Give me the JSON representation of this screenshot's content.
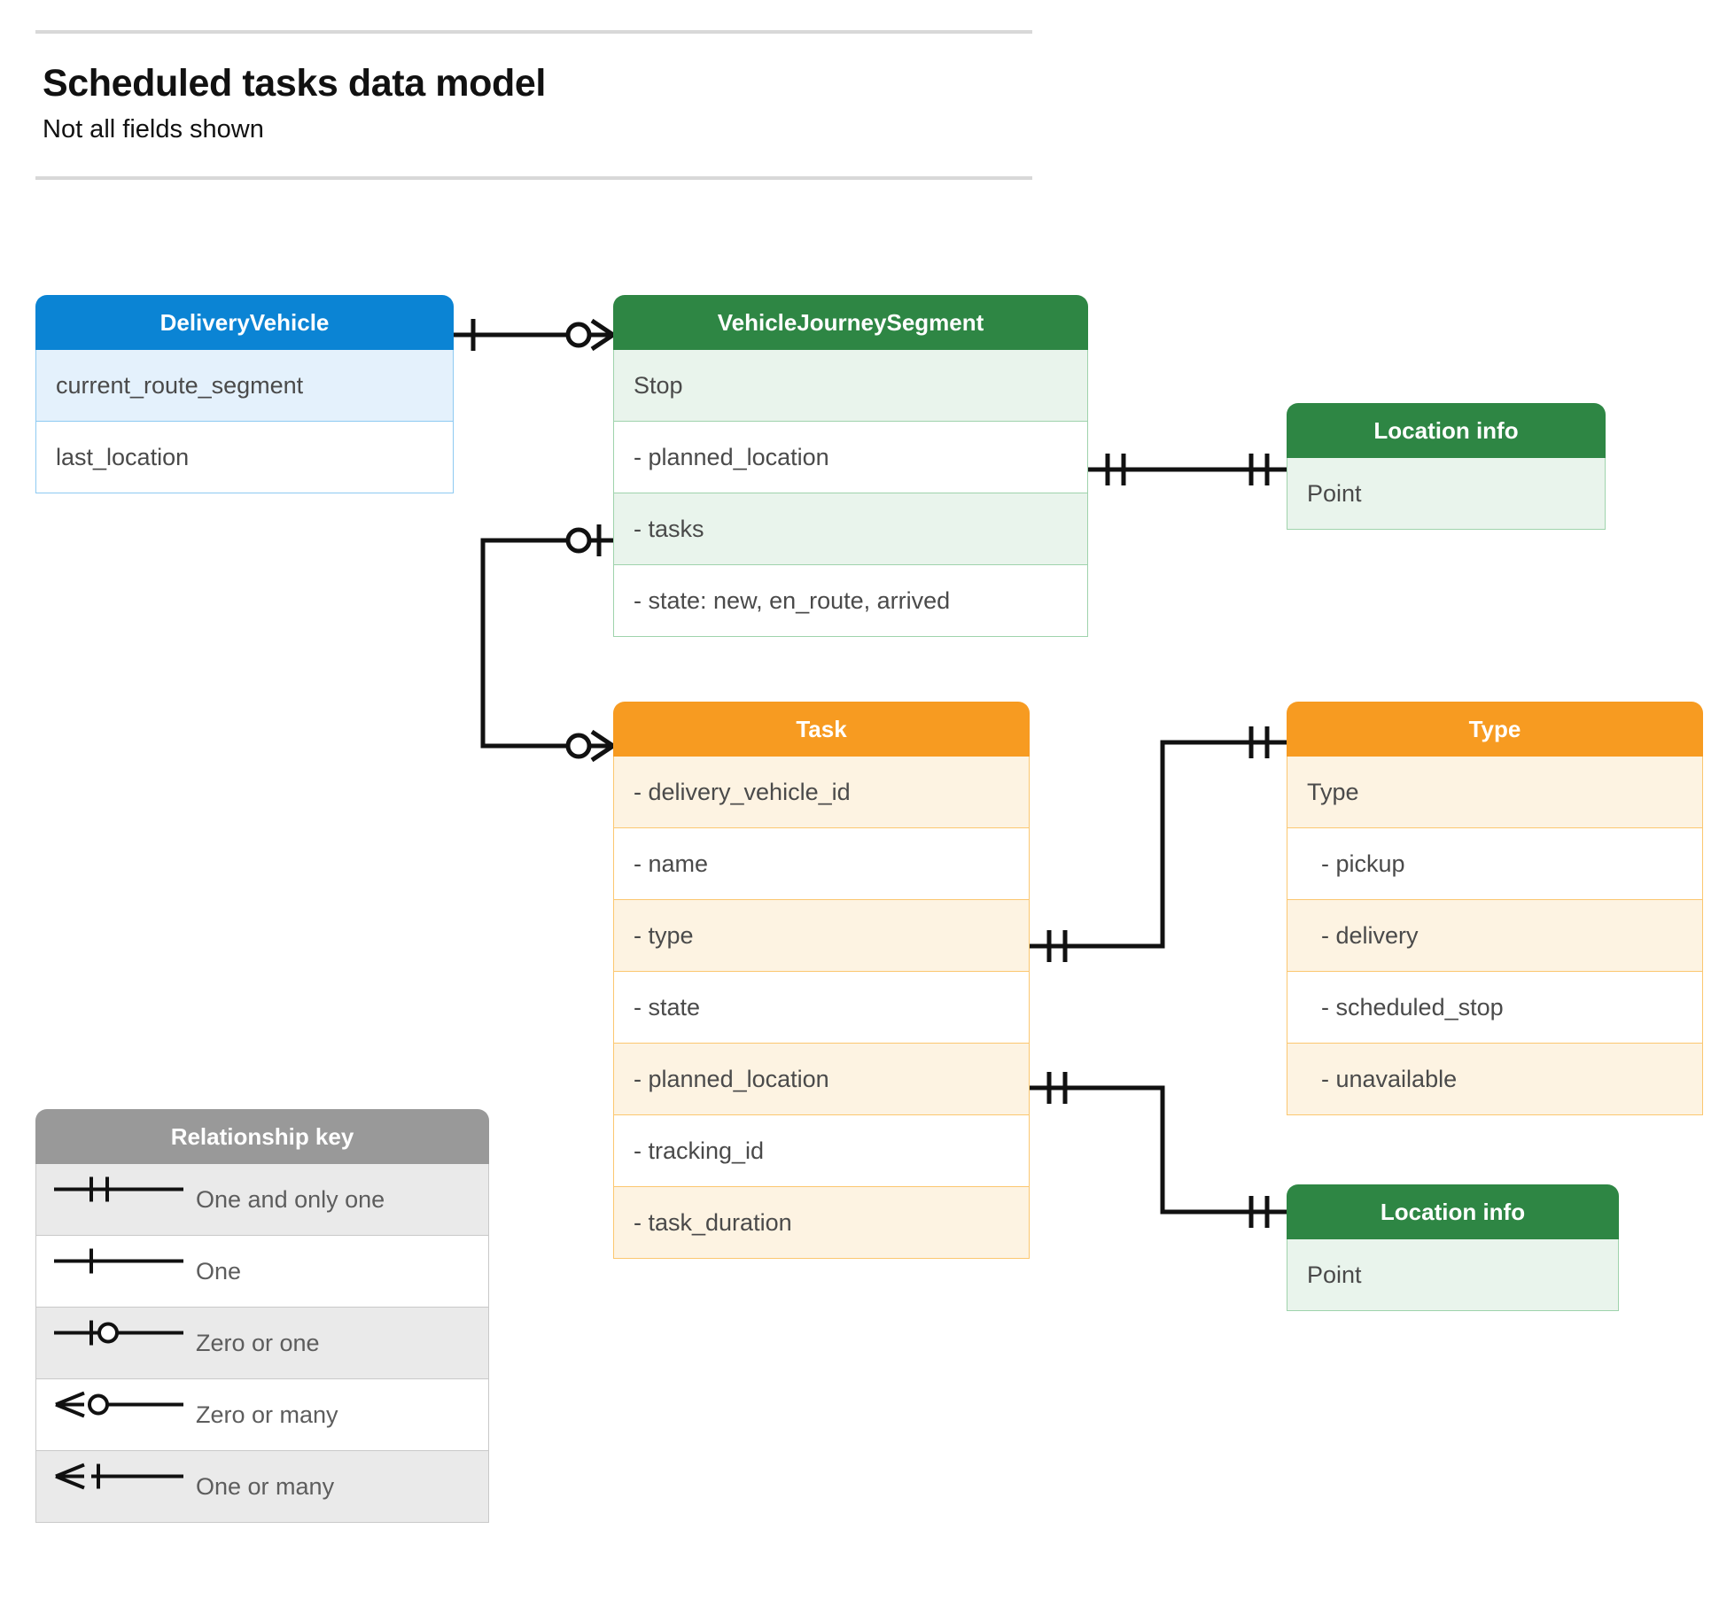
{
  "page": {
    "title": "Scheduled tasks data model",
    "subtitle": "Not all fields shown"
  },
  "colors": {
    "blue": "#0b84d4",
    "blue_row": "#e4f1fc",
    "green": "#2e8644",
    "green_row": "#e9f4ec",
    "orange": "#f79b21",
    "orange_row": "#fdf3e2",
    "grey": "#999999",
    "grey_row": "#eaeaea",
    "line": "#111111",
    "text": "#4a4a4a"
  },
  "entities": {
    "delivery_vehicle": {
      "title": "DeliveryVehicle",
      "rows": [
        {
          "label": "current_route_segment"
        },
        {
          "label": "last_location"
        }
      ]
    },
    "vehicle_journey_segment": {
      "title": "VehicleJourneySegment",
      "rows": [
        {
          "label": "Stop"
        },
        {
          "label": "-  planned_location"
        },
        {
          "label": "- tasks"
        },
        {
          "label": "- state: new, en_route, arrived"
        }
      ]
    },
    "location_info_top": {
      "title": "Location info",
      "rows": [
        {
          "label": "Point"
        }
      ]
    },
    "task": {
      "title": "Task",
      "rows": [
        {
          "label": "- delivery_vehicle_id"
        },
        {
          "label": "- name"
        },
        {
          "label": "- type"
        },
        {
          "label": "- state"
        },
        {
          "label": "- planned_location"
        },
        {
          "label": "- tracking_id"
        },
        {
          "label": "- task_duration"
        }
      ]
    },
    "type": {
      "title": "Type",
      "rows": [
        {
          "label": "Type"
        },
        {
          "label": "-   pickup"
        },
        {
          "label": "-   delivery"
        },
        {
          "label": "-   scheduled_stop"
        },
        {
          "label": "-   unavailable"
        }
      ]
    },
    "location_info_bottom": {
      "title": "Location info",
      "rows": [
        {
          "label": "Point"
        }
      ]
    }
  },
  "legend": {
    "title": "Relationship key",
    "items": [
      {
        "symbol": "one-and-only-one",
        "label": "One and only one"
      },
      {
        "symbol": "one",
        "label": "One"
      },
      {
        "symbol": "zero-or-one",
        "label": "Zero or one"
      },
      {
        "symbol": "zero-or-many",
        "label": "Zero or many"
      },
      {
        "symbol": "one-or-many",
        "label": "One or many"
      }
    ]
  },
  "relationships": [
    {
      "name": "deliveryvehicle-to-vehiclejourneysegment",
      "from": "DeliveryVehicle",
      "from_cardinality": "one",
      "to": "VehicleJourneySegment",
      "to_cardinality": "zero-or-many"
    },
    {
      "name": "vehiclejourneysegment-plannedlocation-to-locationinfo",
      "from": "VehicleJourneySegment.planned_location",
      "from_cardinality": "one-and-only-one",
      "to": "Location info",
      "to_cardinality": "one-and-only-one"
    },
    {
      "name": "vehiclejourneysegment-tasks-to-task",
      "from": "VehicleJourneySegment.tasks",
      "from_cardinality": "zero-or-one",
      "to": "Task",
      "to_cardinality": "zero-or-many"
    },
    {
      "name": "task-type-to-type",
      "from": "Task.type",
      "from_cardinality": "one-and-only-one",
      "to": "Type",
      "to_cardinality": "one-and-only-one"
    },
    {
      "name": "task-plannedlocation-to-locationinfo",
      "from": "Task.planned_location",
      "from_cardinality": "one-and-only-one",
      "to": "Location info",
      "to_cardinality": "one-and-only-one"
    }
  ]
}
